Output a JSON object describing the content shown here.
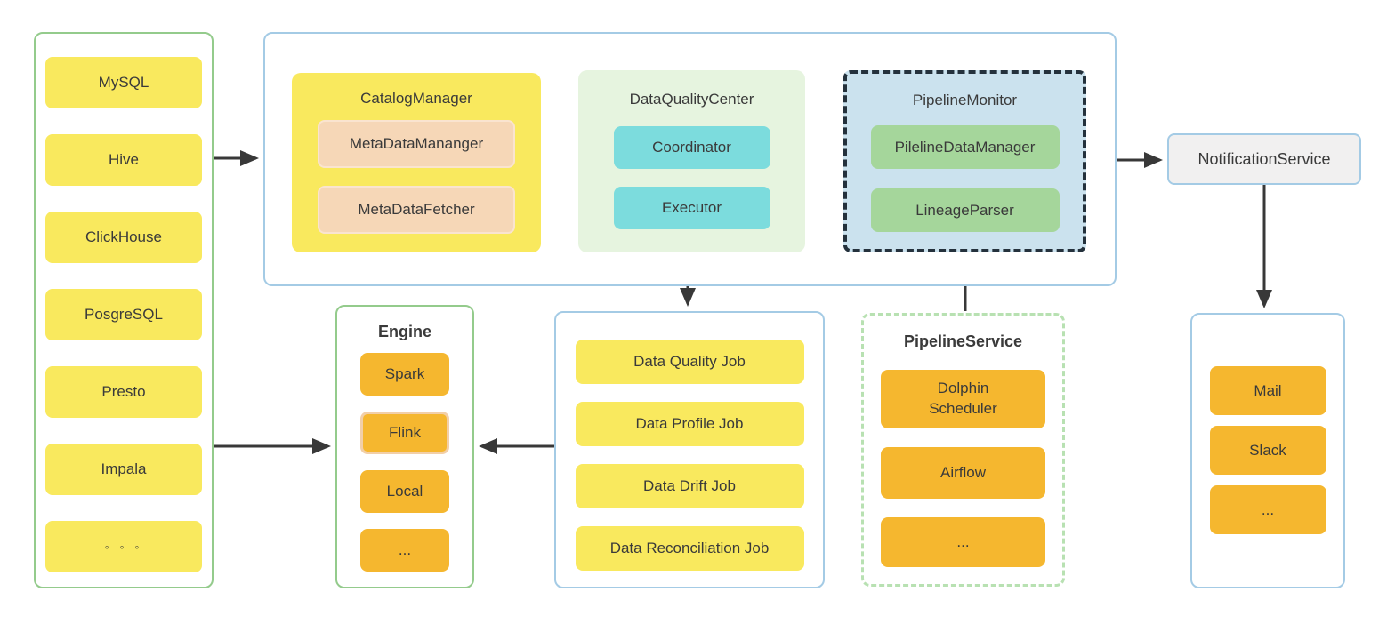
{
  "colors": {
    "yellow_fill": "#f9e95e",
    "orange_fill": "#f5b72f",
    "peach_fill": "#f6d7b7",
    "peach_border": "#fae4cf",
    "cyan_fill": "#7cdcdd",
    "light_green_fill": "#e6f4df",
    "green_fill": "#a5d69b",
    "light_blue_fill": "#cbe2ee",
    "dark_dashed_border": "#24313c",
    "green_border": "#94cb8c",
    "light_green_dashed_border": "#b8e1b2",
    "blue_border": "#a4cbe5",
    "gray_fill": "#f1f0f0",
    "arrow_color": "#383838",
    "text_color": "#3a3a3a"
  },
  "datasources": {
    "items": [
      "MySQL",
      "Hive",
      "ClickHouse",
      "PosgreSQL",
      "Presto",
      "Impala",
      "◦ ◦ ◦"
    ]
  },
  "platform": {
    "catalog_manager": {
      "title": "CatalogManager",
      "items": [
        "MetaDataMananger",
        "MetaDataFetcher"
      ]
    },
    "data_quality_center": {
      "title": "DataQualityCenter",
      "items": [
        "Coordinator",
        "Executor"
      ]
    },
    "pipeline_monitor": {
      "title": "PipelineMonitor",
      "items": [
        "PilelineDataManager",
        "LineageParser"
      ]
    }
  },
  "notification_service": {
    "label": "NotificationService"
  },
  "engine": {
    "title": "Engine",
    "items": [
      "Spark",
      "Flink",
      "Local",
      "..."
    ]
  },
  "jobs": {
    "items": [
      "Data Quality Job",
      "Data Profile Job",
      "Data Drift Job",
      "Data Reconciliation Job"
    ]
  },
  "pipeline_service": {
    "title": "PipelineService",
    "items": [
      "Dolphin Scheduler",
      "Airflow",
      "..."
    ]
  },
  "channels": {
    "items": [
      "Mail",
      "Slack",
      "..."
    ]
  }
}
